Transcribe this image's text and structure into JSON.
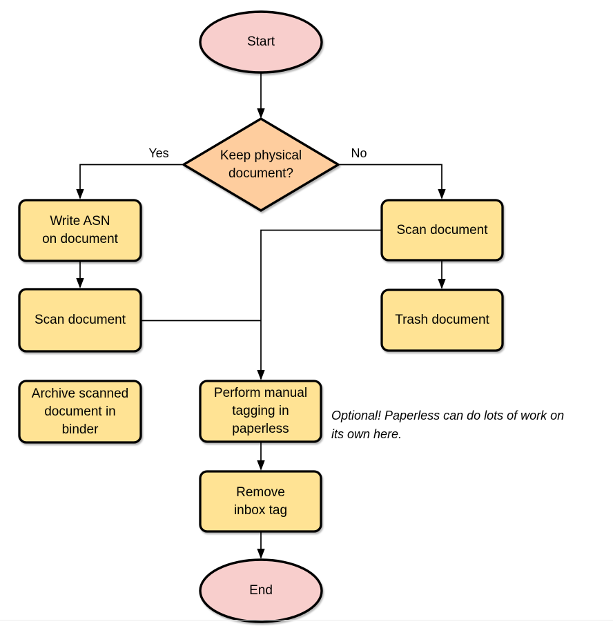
{
  "canvas": {
    "background": "#ffffff",
    "bottom_divider_color": "#e9e9e9"
  },
  "colors": {
    "terminal_fill": "#f8cecc",
    "decision_fill": "#fecd9e",
    "process_fill": "#ffe394",
    "shape_stroke": "#000000",
    "edge_stroke": "#000000",
    "text": "#000000"
  },
  "nodes": {
    "start": {
      "label": "Start",
      "type": "terminal"
    },
    "decision": {
      "label": "Keep physical\ndocument?",
      "type": "decision"
    },
    "write_asn": {
      "label": "Write ASN\non document",
      "type": "process"
    },
    "scan_left": {
      "label": "Scan document",
      "type": "process"
    },
    "archive": {
      "label": "Archive scanned\ndocument in\nbinder",
      "type": "process"
    },
    "scan_right": {
      "label": "Scan document",
      "type": "process"
    },
    "trash": {
      "label": "Trash document",
      "type": "process"
    },
    "tagging": {
      "label": "Perform manual\ntagging in\npaperless",
      "type": "process"
    },
    "remove_inbox": {
      "label": "Remove\ninbox tag",
      "type": "process"
    },
    "end": {
      "label": "End",
      "type": "terminal"
    }
  },
  "edge_labels": {
    "yes": "Yes",
    "no": "No"
  },
  "annotation": {
    "text": "Optional! Paperless can do lots of work on\nits own here."
  }
}
